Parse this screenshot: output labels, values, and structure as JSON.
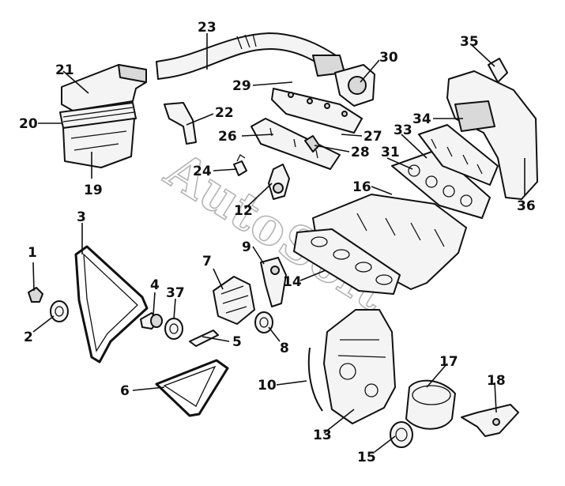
{
  "watermark": "AutoSoft",
  "callouts": [
    {
      "id": "c1",
      "text": "1"
    },
    {
      "id": "c2",
      "text": "2"
    },
    {
      "id": "c3",
      "text": "3"
    },
    {
      "id": "c4",
      "text": "4"
    },
    {
      "id": "c5",
      "text": "5"
    },
    {
      "id": "c6",
      "text": "6"
    },
    {
      "id": "c7",
      "text": "7"
    },
    {
      "id": "c8",
      "text": "8"
    },
    {
      "id": "c9",
      "text": "9"
    },
    {
      "id": "c10",
      "text": "10"
    },
    {
      "id": "c12",
      "text": "12"
    },
    {
      "id": "c13",
      "text": "13"
    },
    {
      "id": "c14",
      "text": "14"
    },
    {
      "id": "c15",
      "text": "15"
    },
    {
      "id": "c16",
      "text": "16"
    },
    {
      "id": "c17",
      "text": "17"
    },
    {
      "id": "c18",
      "text": "18"
    },
    {
      "id": "c19",
      "text": "19"
    },
    {
      "id": "c20",
      "text": "20"
    },
    {
      "id": "c21",
      "text": "21"
    },
    {
      "id": "c22",
      "text": "22"
    },
    {
      "id": "c23",
      "text": "23"
    },
    {
      "id": "c24",
      "text": "24"
    },
    {
      "id": "c26",
      "text": "26"
    },
    {
      "id": "c27",
      "text": "27"
    },
    {
      "id": "c28",
      "text": "28"
    },
    {
      "id": "c29",
      "text": "29"
    },
    {
      "id": "c30",
      "text": "30"
    },
    {
      "id": "c31",
      "text": "31"
    },
    {
      "id": "c33",
      "text": "33"
    },
    {
      "id": "c34",
      "text": "34"
    },
    {
      "id": "c35",
      "text": "35"
    },
    {
      "id": "c36",
      "text": "36"
    },
    {
      "id": "c37",
      "text": "37"
    }
  ]
}
